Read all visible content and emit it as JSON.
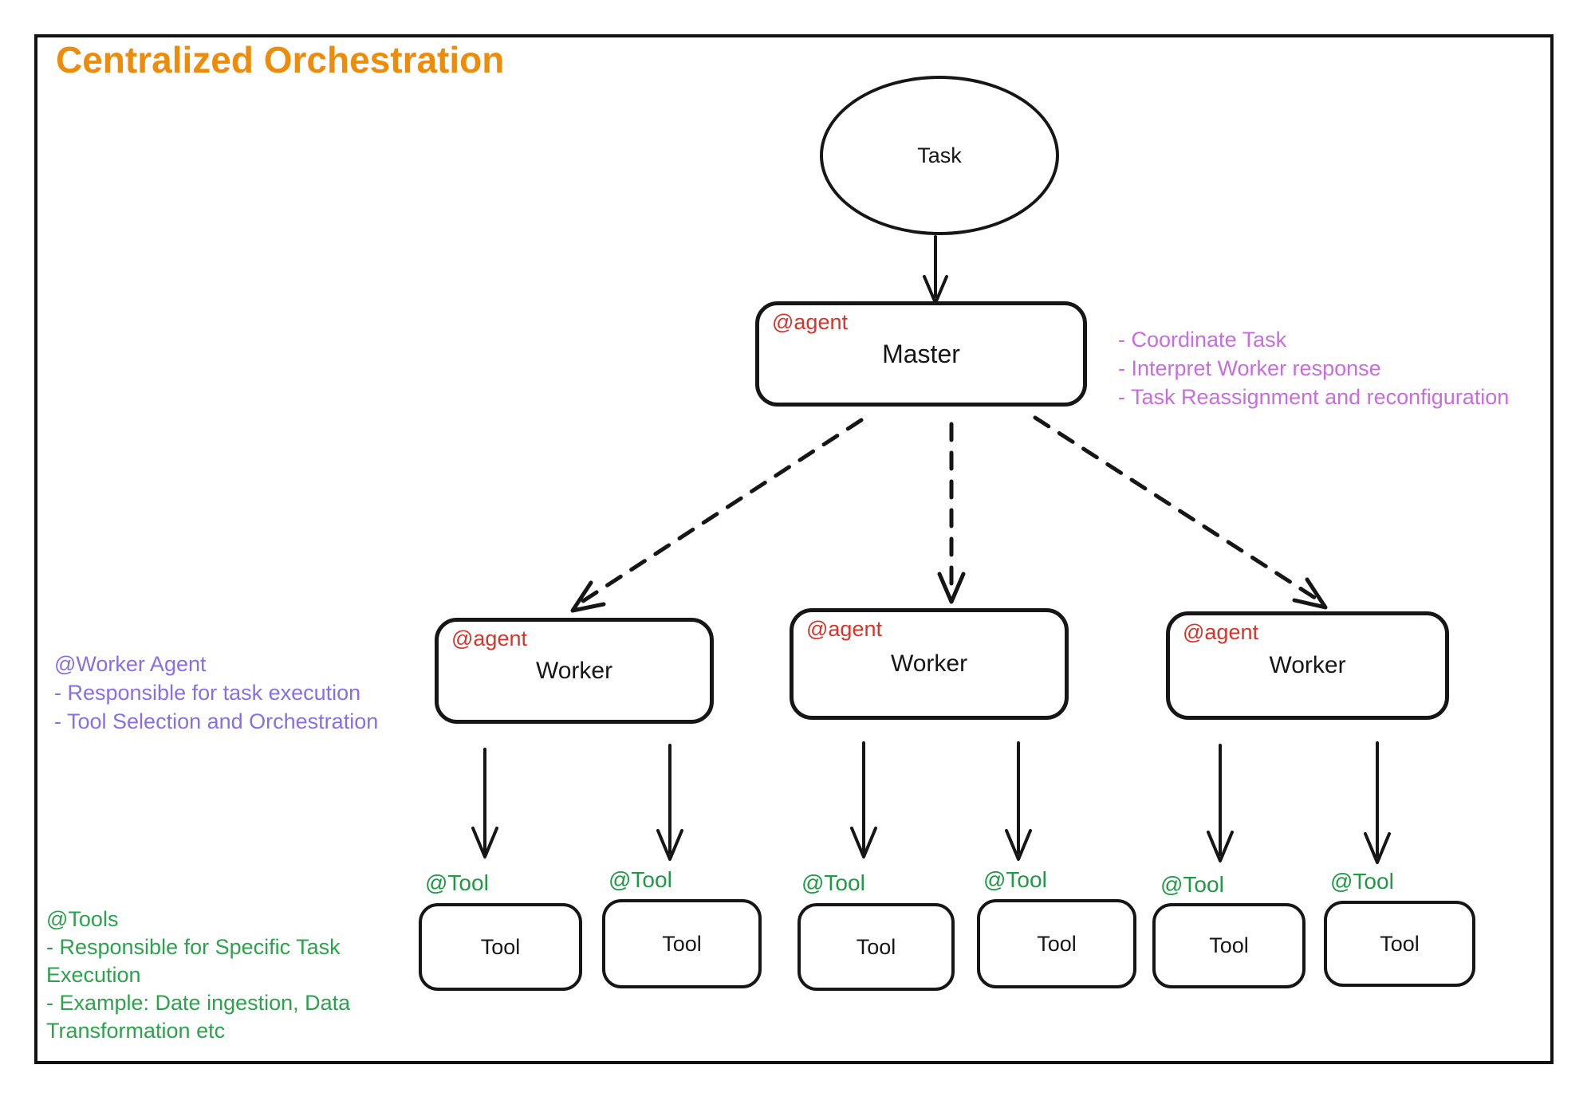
{
  "title": "Centralized Orchestration",
  "colors": {
    "title_orange": "#ed8b0b",
    "agent_tag_red": "#d7342b",
    "master_notes_magenta": "#c86ce0",
    "worker_notes_violet": "#8a6ee4",
    "tool_green": "#2ca24c",
    "stroke_black": "#161616"
  },
  "task_node": {
    "label": "Task"
  },
  "master": {
    "tag": "@agent",
    "label": "Master"
  },
  "master_notes": {
    "line1": "- Coordinate Task",
    "line2": "- Interpret Worker response",
    "line3": "- Task Reassignment and reconfiguration"
  },
  "worker_notes": {
    "heading": "@Worker Agent",
    "line1": "- Responsible for task execution",
    "line2": "- Tool Selection and Orchestration"
  },
  "workers": [
    {
      "tag": "@agent",
      "label": "Worker"
    },
    {
      "tag": "@agent",
      "label": "Worker"
    },
    {
      "tag": "@agent",
      "label": "Worker"
    }
  ],
  "tools": [
    {
      "tag": "@Tool",
      "label": "Tool"
    },
    {
      "tag": "@Tool",
      "label": "Tool"
    },
    {
      "tag": "@Tool",
      "label": "Tool"
    },
    {
      "tag": "@Tool",
      "label": "Tool"
    },
    {
      "tag": "@Tool",
      "label": "Tool"
    },
    {
      "tag": "@Tool",
      "label": "Tool"
    }
  ],
  "tools_notes": {
    "heading": "@Tools",
    "line1": "- Responsible for Specific Task Execution",
    "line2": "- Example: Date ingestion, Data Transformation etc"
  }
}
